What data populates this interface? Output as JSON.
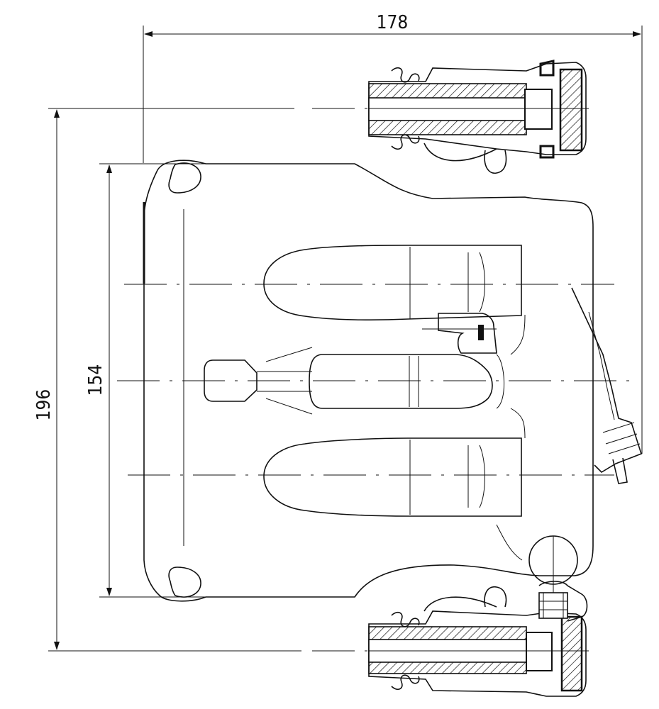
{
  "dimensions": {
    "overall_width": "178",
    "overall_height": "196",
    "mount_height": "154"
  },
  "colors": {
    "line": "#111111",
    "background": "#ffffff"
  }
}
